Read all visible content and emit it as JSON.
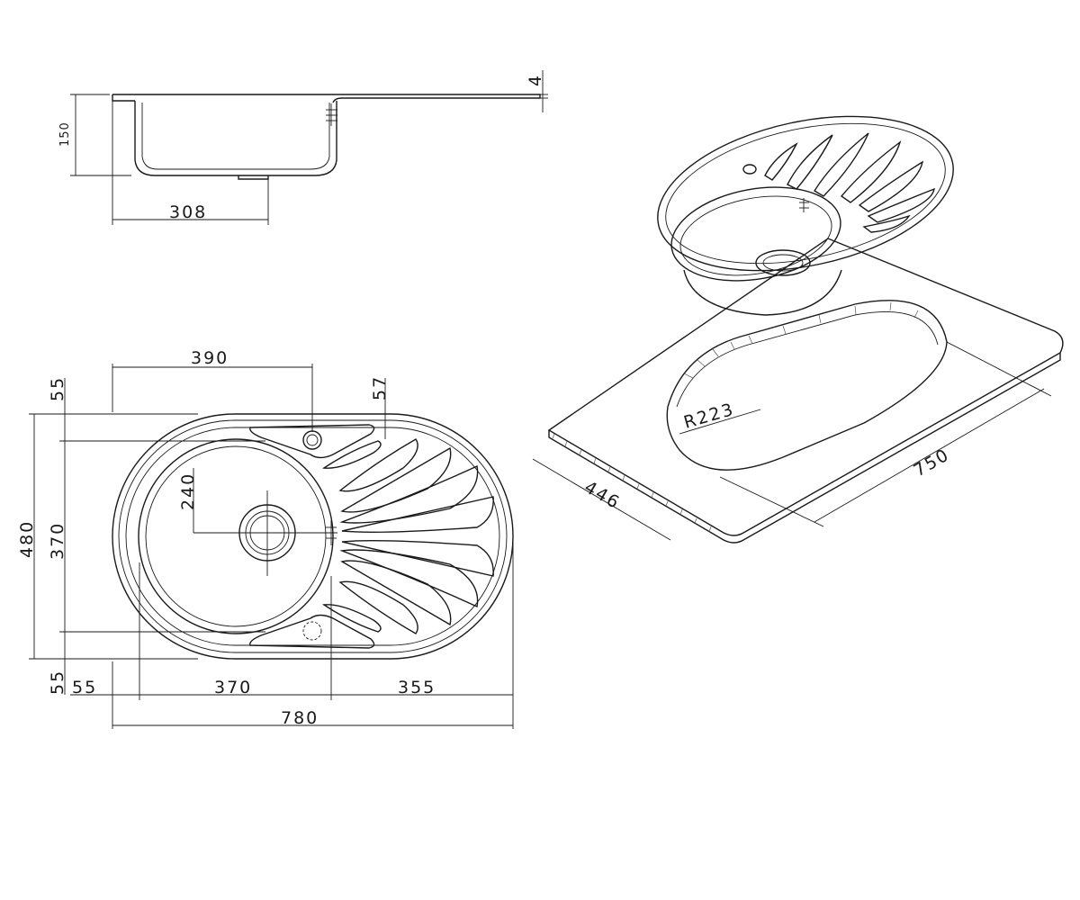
{
  "side_view": {
    "width_308": "308",
    "depth_150": "150",
    "thickness_4": "4"
  },
  "top_view": {
    "offset_390": "390",
    "gap_55_top": "55",
    "drain_57": "57",
    "height_480": "480",
    "bowl_370_v": "370",
    "bowl_center_240": "240",
    "gap_55_bottom": "55",
    "edge_55_h": "55",
    "bowl_370_h": "370",
    "drainer_355": "355",
    "total_780": "780"
  },
  "iso_view": {
    "radius": "R223",
    "cutout_750": "750",
    "cutout_446": "446"
  }
}
